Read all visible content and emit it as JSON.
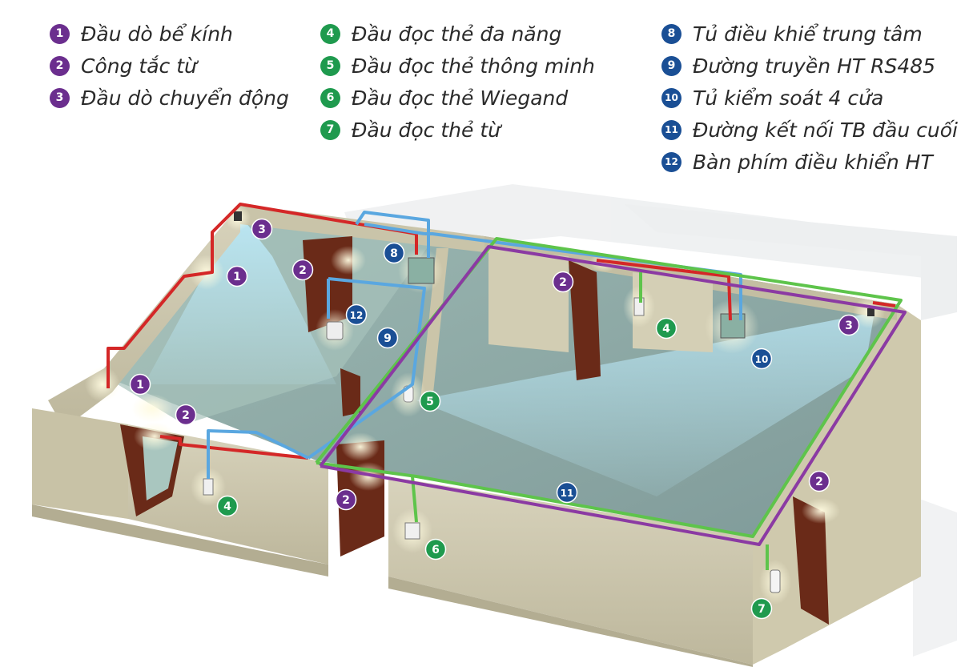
{
  "colors": {
    "purple": "#6b2e8e",
    "green": "#1f9a4e",
    "blue": "#1a4f95",
    "wire_red": "#d42727",
    "wire_blue": "#5aa7e0",
    "wire_green": "#5ec44b",
    "wire_purple": "#8b3aa3"
  },
  "legend": {
    "col1": [
      {
        "num": "1",
        "label": "Đầu dò bể kính",
        "color": "purple"
      },
      {
        "num": "2",
        "label": "Công tắc từ",
        "color": "purple"
      },
      {
        "num": "3",
        "label": "Đầu dò chuyển động",
        "color": "purple"
      }
    ],
    "col2": [
      {
        "num": "4",
        "label": "Đầu đọc thẻ đa năng",
        "color": "green"
      },
      {
        "num": "5",
        "label": "Đầu đọc thẻ thông minh",
        "color": "green"
      },
      {
        "num": "6",
        "label": "Đầu đọc thẻ Wiegand",
        "color": "green"
      },
      {
        "num": "7",
        "label": "Đầu đọc thẻ từ",
        "color": "green"
      }
    ],
    "col3": [
      {
        "num": "8",
        "label": "Tủ điều khiể trung tâm",
        "color": "blue"
      },
      {
        "num": "9",
        "label": "Đường truyền HT RS485",
        "color": "blue"
      },
      {
        "num": "10",
        "label": "Tủ kiểm soát 4 cửa",
        "color": "blue"
      },
      {
        "num": "11",
        "label": "Đường kết nối TB đầu cuối",
        "color": "blue"
      },
      {
        "num": "12",
        "label": "Bàn phím điều khiển HT",
        "color": "blue"
      }
    ]
  },
  "markers": [
    {
      "id": "1",
      "color": "purple"
    },
    {
      "id": "1",
      "color": "purple"
    },
    {
      "id": "2",
      "color": "purple"
    },
    {
      "id": "2",
      "color": "purple"
    },
    {
      "id": "2",
      "color": "purple"
    },
    {
      "id": "2",
      "color": "purple"
    },
    {
      "id": "2",
      "color": "purple"
    },
    {
      "id": "3",
      "color": "purple"
    },
    {
      "id": "3",
      "color": "purple"
    },
    {
      "id": "4",
      "color": "green"
    },
    {
      "id": "4",
      "color": "green"
    },
    {
      "id": "5",
      "color": "green"
    },
    {
      "id": "6",
      "color": "green"
    },
    {
      "id": "7",
      "color": "green"
    },
    {
      "id": "8",
      "color": "blue"
    },
    {
      "id": "9",
      "color": "blue"
    },
    {
      "id": "10",
      "color": "blue"
    },
    {
      "id": "11",
      "color": "blue"
    },
    {
      "id": "12",
      "color": "blue"
    }
  ]
}
